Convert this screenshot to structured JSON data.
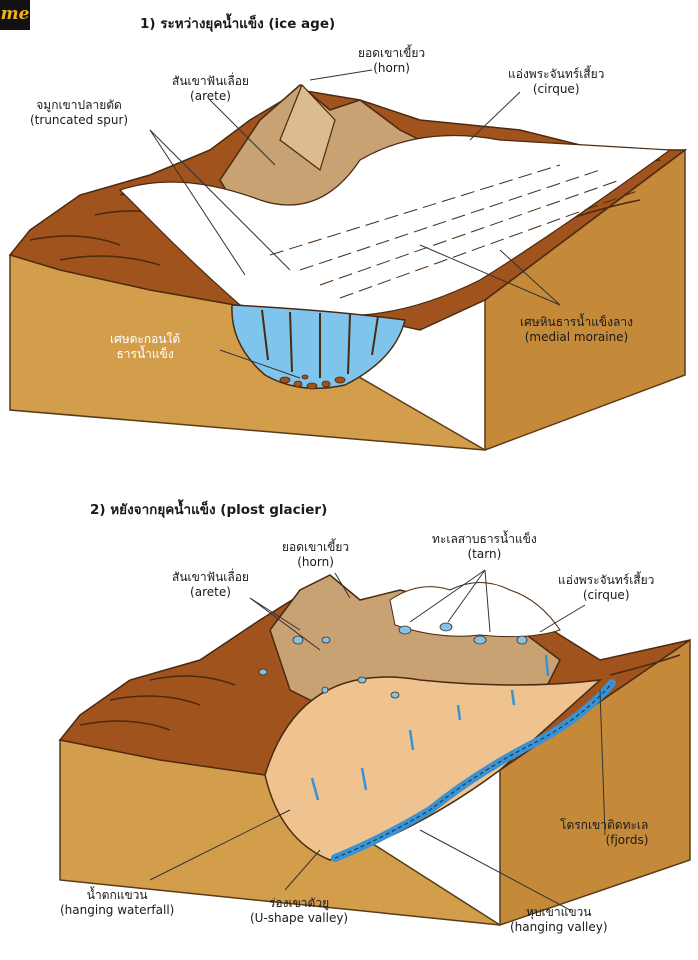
{
  "brand": {
    "logo_text": "me",
    "logo_bg": "#111111",
    "logo_color": "#f2b21a"
  },
  "colors": {
    "ground": "#d39e4b",
    "ground_side": "#c48a3a",
    "soil": "#a1531d",
    "mountain": "#c9a273",
    "mountain_light": "#dcbb8e",
    "ice": "#ffffff",
    "water": "#7ec4ec",
    "river": "#3a92d3",
    "valley": "#eec38f"
  },
  "section1": {
    "title": "1) ระหว่างยุคน้ำแข็ง (ice age)",
    "labels": {
      "horn": [
        "ยอดเขาเขี้ยว",
        "(horn)"
      ],
      "arete": [
        "สันเขาฟันเลื่อย",
        "(arete)"
      ],
      "cirque": [
        "แอ่งพระจันทร์เสี้ยว",
        "(cirque)"
      ],
      "truncated_spur": [
        "จมูกเขาปลายตัด",
        "(truncated spur)"
      ],
      "ground_moraine": [
        "เศษตะกอนใต้",
        "ธารน้ำแข็ง"
      ],
      "medial_moraine": [
        "เศษหินธารน้ำแข็งลาง",
        "(medial moraine)"
      ]
    }
  },
  "section2": {
    "title": "2) หยังจากยุคน้ำแข็ง (plost glacier)",
    "labels": {
      "horn": [
        "ยอดเขาเขี้ยว",
        "(horn)"
      ],
      "tarn": [
        "ทะเลสาบธารน้ำแข็ง",
        "(tarn)"
      ],
      "arete": [
        "สันเขาฟันเลื่อย",
        "(arete)"
      ],
      "cirque": [
        "แอ่งพระจันทร์เสี้ยว",
        "(cirque)"
      ],
      "fjords": [
        "โตรกเขาติดทะเล",
        "(fjords)"
      ],
      "hanging_waterfall": [
        "น้ำตกแขวน",
        "(hanging waterfall)"
      ],
      "u_valley": [
        "ร่องเขาตัวยู",
        "(U-shape valley)"
      ],
      "hanging_valley": [
        "หุบเขาแขวน",
        "(hanging valley)"
      ]
    }
  }
}
